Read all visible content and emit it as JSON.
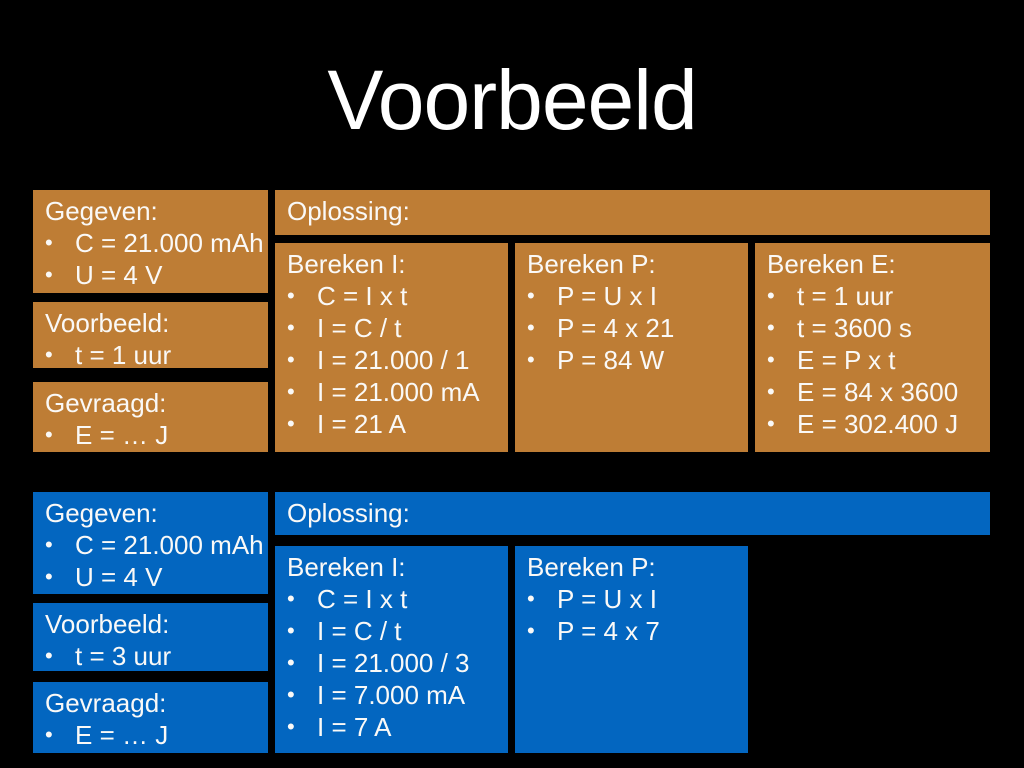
{
  "title": "Voorbeeld",
  "bullet": "•",
  "colors": {
    "background": "#000000",
    "orange": "#be7d35",
    "blue": "#0366c0",
    "text": "#faf9f7"
  },
  "orange": {
    "given": {
      "heading": "Gegeven:",
      "items": [
        "C = 21.000 mAh",
        "U = 4 V"
      ]
    },
    "example": {
      "heading": "Voorbeeld:",
      "items": [
        "t = 1 uur"
      ]
    },
    "asked": {
      "heading": "Gevraagd:",
      "items": [
        "E = … J"
      ]
    },
    "solution_label": "Oplossing:",
    "boxes": [
      {
        "heading": "Bereken I:",
        "items": [
          "C = I x t",
          "I = C / t",
          "I = 21.000 / 1",
          "I = 21.000 mA",
          "I = 21 A"
        ]
      },
      {
        "heading": "Bereken P:",
        "items": [
          "P = U x I",
          "P = 4 x 21",
          "P = 84 W"
        ]
      },
      {
        "heading": "Bereken E:",
        "items": [
          "t = 1 uur",
          "t = 3600 s",
          "E = P x t",
          "E = 84 x 3600",
          "E = 302.400 J"
        ]
      }
    ]
  },
  "blue": {
    "given": {
      "heading": "Gegeven:",
      "items": [
        "C = 21.000 mAh",
        "U = 4 V"
      ]
    },
    "example": {
      "heading": "Voorbeeld:",
      "items": [
        "t = 3 uur"
      ]
    },
    "asked": {
      "heading": "Gevraagd:",
      "items": [
        "E = … J"
      ]
    },
    "solution_label": "Oplossing:",
    "boxes": [
      {
        "heading": "Bereken I:",
        "items": [
          "C = I x t",
          "I = C / t",
          "I = 21.000 / 3",
          "I = 7.000 mA",
          "I = 7 A"
        ]
      },
      {
        "heading": "Bereken P:",
        "items": [
          "P = U x I",
          "P = 4 x 7"
        ]
      }
    ]
  }
}
